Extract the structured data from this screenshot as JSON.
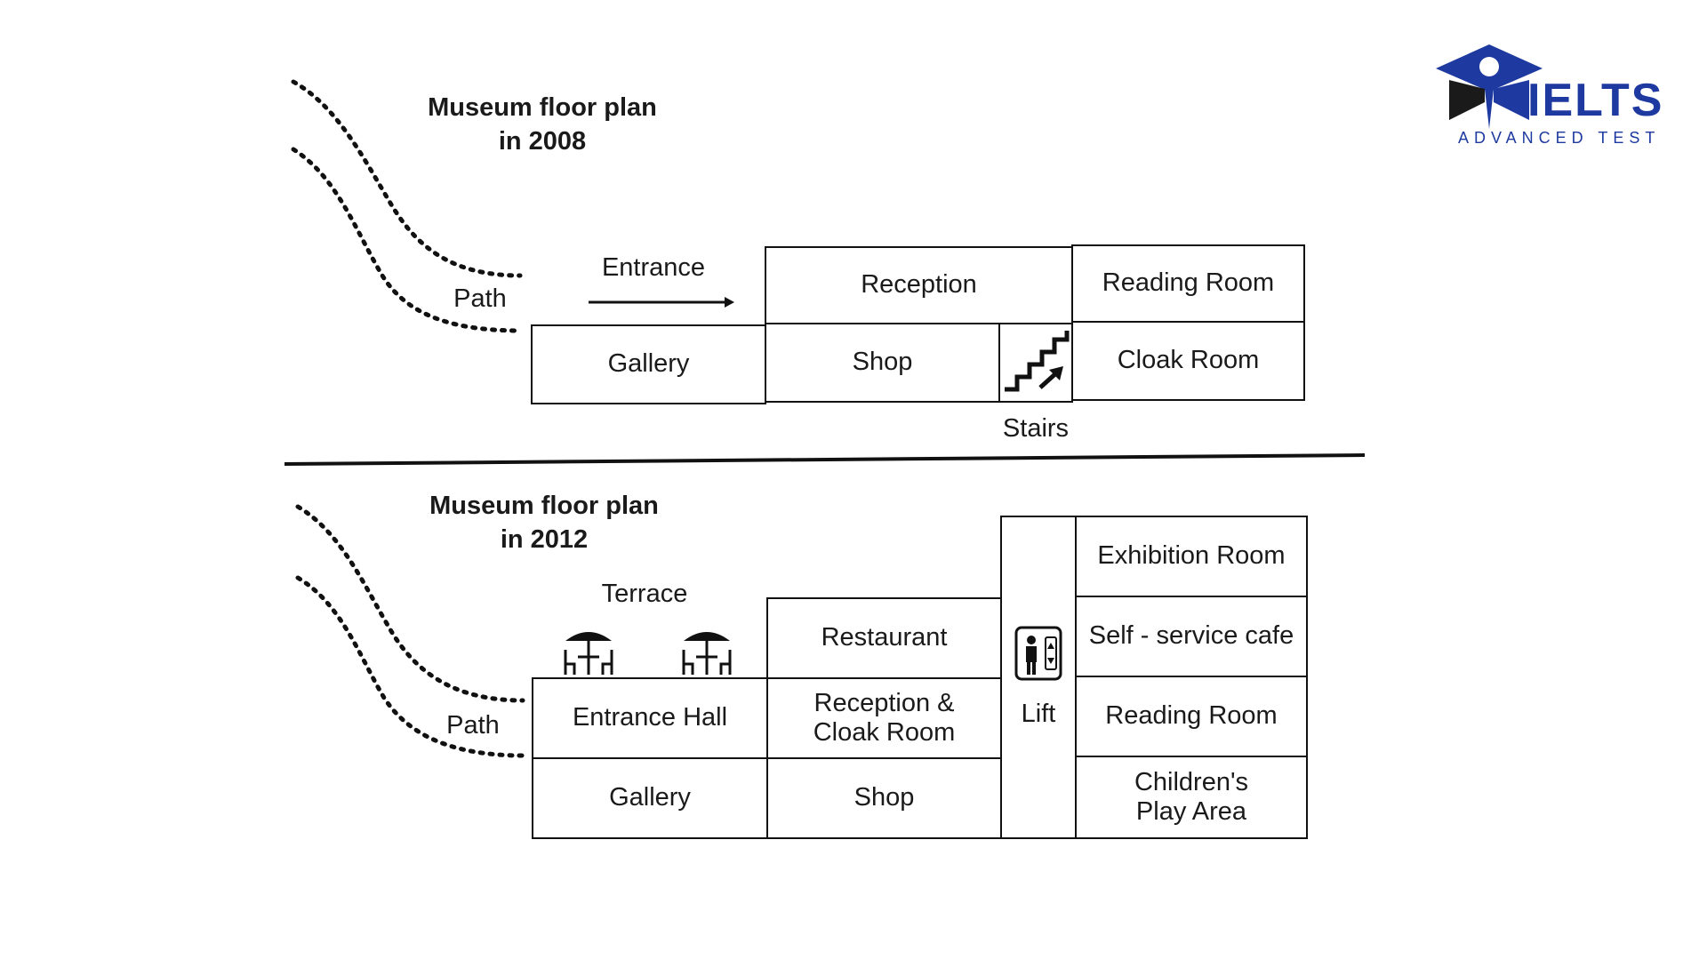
{
  "logo": {
    "word": "IELTS",
    "tagline": "ADVANCED TEST",
    "color": "#1e3aa0"
  },
  "plan_2008": {
    "title_line1": "Museum floor plan",
    "title_line2": "in 2008",
    "path_label": "Path",
    "entrance_label": "Entrance",
    "rooms": {
      "reception": "Reception",
      "reading_room": "Reading Room",
      "gallery": "Gallery",
      "shop": "Shop",
      "cloak_room": "Cloak Room"
    },
    "stairs_label": "Stairs"
  },
  "plan_2012": {
    "title_line1": "Museum floor plan",
    "title_line2": "in 2012",
    "path_label": "Path",
    "terrace_label": "Terrace",
    "rooms": {
      "restaurant": "Restaurant",
      "entrance_hall": "Entrance Hall",
      "reception_cloak_line1": "Reception &",
      "reception_cloak_line2": "Cloak Room",
      "gallery": "Gallery",
      "shop": "Shop",
      "exhibition_room": "Exhibition Room",
      "self_service_cafe": "Self - service cafe",
      "reading_room": "Reading Room",
      "childrens_play_line1": "Children's",
      "childrens_play_line2": "Play Area"
    },
    "lift_label": "Lift"
  }
}
